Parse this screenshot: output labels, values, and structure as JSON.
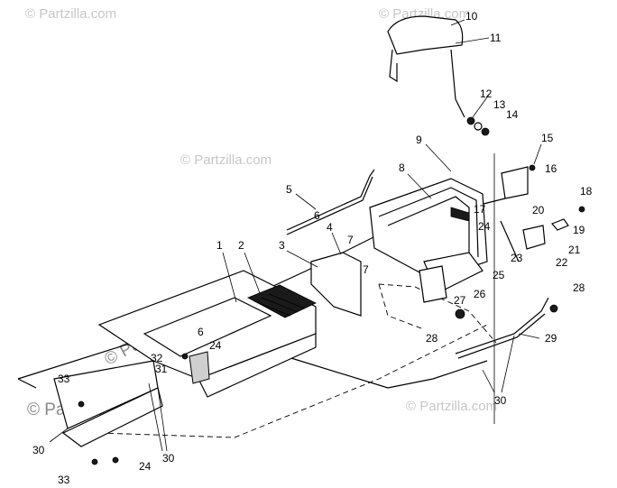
{
  "watermarks": [
    "© Partzilla.com",
    "© Partzilla.com",
    "© Partzilla.com",
    "© Partzilla.com",
    "© Partzilla.com",
    "© Partzilla.com"
  ],
  "labels": {
    "l1": "1",
    "l2": "2",
    "l3": "3",
    "l4": "4",
    "l5": "5",
    "l6a": "6",
    "l6b": "6",
    "l7a": "7",
    "l7b": "7",
    "l8": "8",
    "l9": "9",
    "l10": "10",
    "l11": "11",
    "l12": "12",
    "l13": "13",
    "l14": "14",
    "l15": "15",
    "l16": "16",
    "l17": "17",
    "l18": "18",
    "l19": "19",
    "l20": "20",
    "l21": "21",
    "l22": "22",
    "l23": "23",
    "l24a": "24",
    "l24b": "24",
    "l24c": "24",
    "l25": "25",
    "l26": "26",
    "l27": "27",
    "l28a": "28",
    "l28b": "28",
    "l29": "29",
    "l30a": "30",
    "l30b": "30",
    "l30c": "30",
    "l31": "31",
    "l32": "32",
    "l33a": "33",
    "l33b": "33"
  }
}
